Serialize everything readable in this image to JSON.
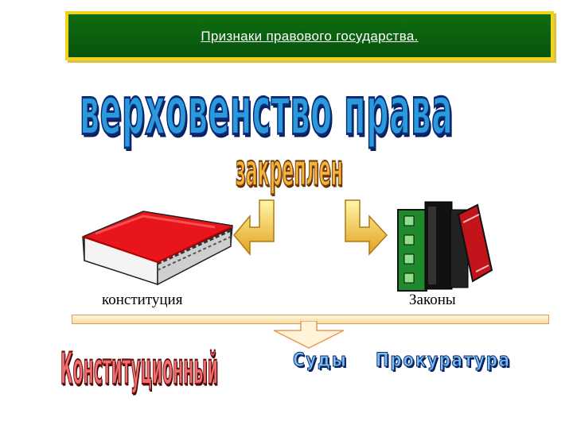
{
  "title": "Признаки правового государства.",
  "heading": "верховенство права",
  "subheading": "закреплен",
  "sources": [
    {
      "label": "конституция"
    },
    {
      "label": "Законы"
    }
  ],
  "institutions": [
    "Конституционный",
    "Суды",
    "Прокуратура"
  ],
  "colors": {
    "title_bg": "#0a5e0e",
    "title_border": "#f2d21a",
    "heading": "#2a9adb",
    "subheading": "#f4b43c",
    "constitutional": "#f07070",
    "book_red": "#e8161c"
  },
  "icons": [
    "red-book-icon",
    "books-stack-icon",
    "arrow-down-left-icon",
    "arrow-down-right-icon",
    "arrow-down-icon"
  ]
}
